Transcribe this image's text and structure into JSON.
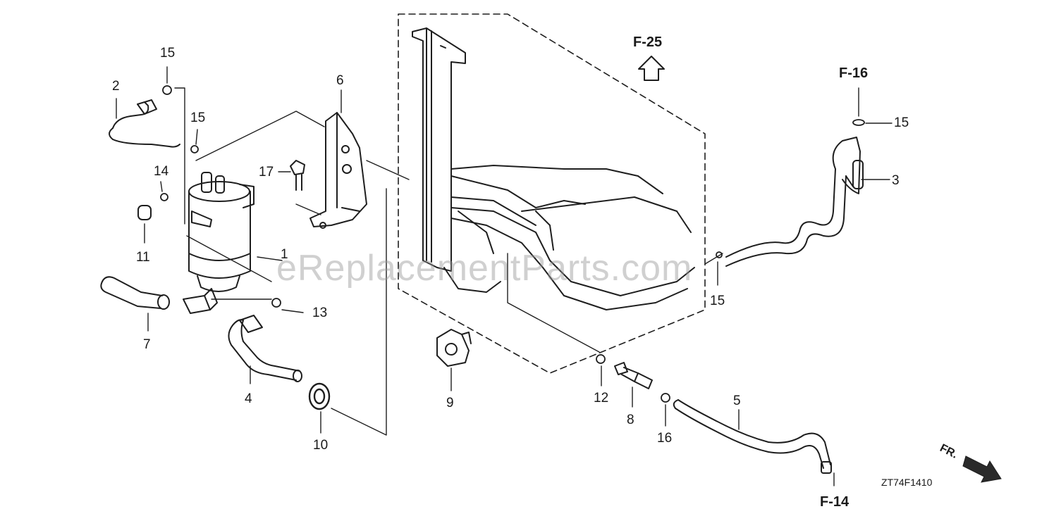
{
  "diagram": {
    "part_labels": [
      {
        "id": "p15a",
        "text": "15"
      },
      {
        "id": "p2",
        "text": "2"
      },
      {
        "id": "p15b",
        "text": "15"
      },
      {
        "id": "p14",
        "text": "14"
      },
      {
        "id": "p11",
        "text": "11"
      },
      {
        "id": "p1",
        "text": "1"
      },
      {
        "id": "p7",
        "text": "7"
      },
      {
        "id": "p13",
        "text": "13"
      },
      {
        "id": "p4",
        "text": "4"
      },
      {
        "id": "p10",
        "text": "10"
      },
      {
        "id": "p6",
        "text": "6"
      },
      {
        "id": "p17",
        "text": "17"
      },
      {
        "id": "p9",
        "text": "9"
      },
      {
        "id": "p12",
        "text": "12"
      },
      {
        "id": "p8",
        "text": "8"
      },
      {
        "id": "p16",
        "text": "16"
      },
      {
        "id": "p5",
        "text": "5"
      },
      {
        "id": "p15c",
        "text": "15"
      },
      {
        "id": "p15d",
        "text": "15"
      },
      {
        "id": "p3",
        "text": "3"
      }
    ],
    "references": {
      "f25": "F-25",
      "f16": "F-16",
      "f14": "F-14"
    },
    "front_indicator": "FR.",
    "drawing_code": "ZT74F1410",
    "watermark": "eReplacementParts.com"
  }
}
